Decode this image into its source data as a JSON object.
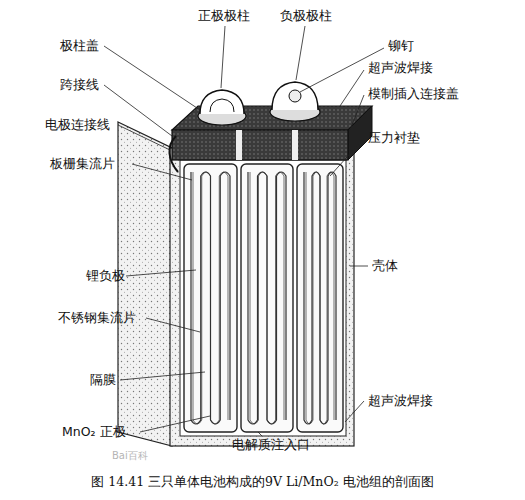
{
  "diagram": {
    "caption": "图 14.41 三只单体电池构成的9V Li/MnO₂ 电池组的剖面图",
    "labels": [
      "正极极柱",
      "负极极柱",
      "极柱盖",
      "跨接线",
      "电极连接线",
      "板栅集流片",
      "锂负极",
      "不锈钢集流片",
      "隔膜",
      "MnO₂ 正极",
      "铆钉",
      "超声波焊接",
      "模制插入连接盖",
      "压力衬垫",
      "壳体",
      "超声波焊接",
      "电解质注入口",
      "Bai百科"
    ]
  }
}
